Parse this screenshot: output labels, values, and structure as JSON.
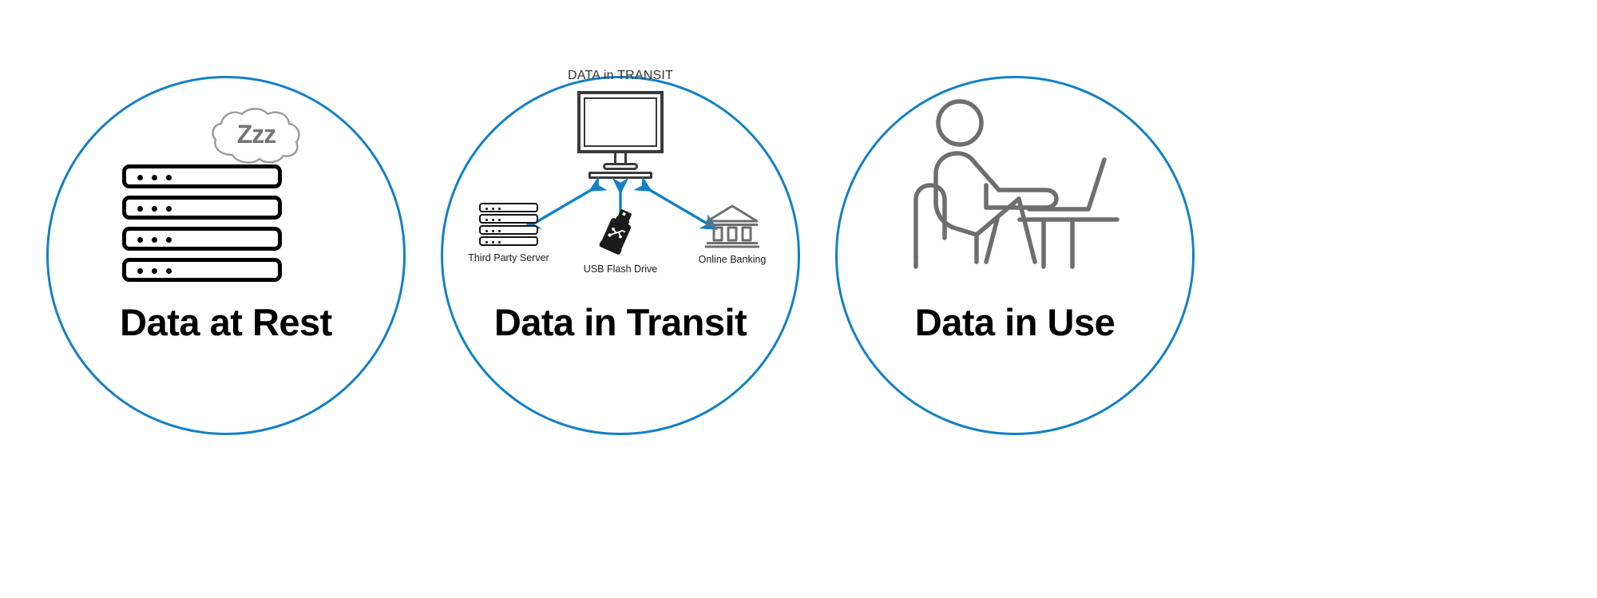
{
  "page": {
    "background": "#ffffff",
    "accent_blue": "#1280c8",
    "ring_stroke": "#1280c8",
    "title_color": "#000000",
    "icon_dark": "#3a3a3a",
    "icon_black": "#111111",
    "icon_gray": "#6e6e6e",
    "zzz_gray": "#757575"
  },
  "panels": [
    {
      "id": "data-at-rest",
      "title": "Data at Rest",
      "icon": "server-stack-sleeping-icon",
      "zzz_label": "Zzz",
      "server_rows": 4,
      "dots_per_row": 3
    },
    {
      "id": "data-in-transit",
      "title": "Data in Transit",
      "caption": "DATA in TRANSIT",
      "center_icon": "desktop-monitor-icon",
      "arrows": [
        {
          "name": "arrow-to-third-party-server",
          "direction": "bidirectional"
        },
        {
          "name": "arrow-to-usb-flash-drive",
          "direction": "bidirectional"
        },
        {
          "name": "arrow-to-online-banking",
          "direction": "bidirectional"
        }
      ],
      "nodes": [
        {
          "label": "Third Party Server",
          "icon": "server-stack-icon"
        },
        {
          "label": "USB Flash Drive",
          "icon": "usb-flash-drive-icon"
        },
        {
          "label": "Online Banking",
          "icon": "bank-building-icon"
        }
      ]
    },
    {
      "id": "data-in-use",
      "title": "Data in Use",
      "icon": "person-at-desk-with-laptop-icon"
    }
  ]
}
